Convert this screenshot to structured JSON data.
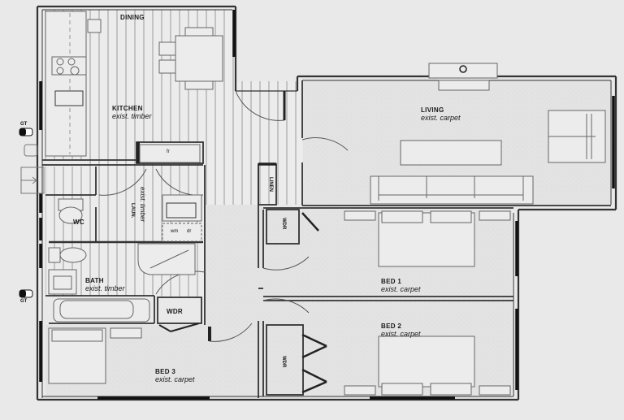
{
  "plan": {
    "type": "residential floor plan",
    "rooms": [
      {
        "id": "dining",
        "name": "DINING",
        "finish": ""
      },
      {
        "id": "kitchen",
        "name": "KITCHEN",
        "finish": "exist. timber"
      },
      {
        "id": "living",
        "name": "LIVING",
        "finish": "exist. carpet"
      },
      {
        "id": "laundry",
        "name": "LAUN.",
        "finish": "exist. timber"
      },
      {
        "id": "wc",
        "name": "WC",
        "finish": ""
      },
      {
        "id": "bath",
        "name": "BATH",
        "finish": "exist. timber"
      },
      {
        "id": "bed1",
        "name": "BED 1",
        "finish": "exist. carpet"
      },
      {
        "id": "bed2",
        "name": "BED 2",
        "finish": "exist. carpet"
      },
      {
        "id": "bed3",
        "name": "BED 3",
        "finish": "exist. carpet"
      }
    ],
    "closets": [
      {
        "id": "wdr-bath",
        "label": "WDR"
      },
      {
        "id": "wdr-bed1",
        "label": "WDR"
      },
      {
        "id": "wdr-bed2",
        "label": "WDR"
      },
      {
        "id": "linen",
        "label": "LINEN"
      }
    ],
    "fixtures": [
      {
        "id": "gas-tap-upper",
        "label": "GT"
      },
      {
        "id": "gas-tap-lower",
        "label": "GT"
      },
      {
        "id": "fridge",
        "label": "fr"
      },
      {
        "id": "washer",
        "label": "wm"
      },
      {
        "id": "dryer",
        "label": "dr"
      }
    ],
    "colors": {
      "background": "#e9e9e9",
      "floor": "#e4e4e4",
      "wall": "#333333",
      "timber_lines": "#a8a8a8",
      "text": "#1a1a1a"
    }
  }
}
